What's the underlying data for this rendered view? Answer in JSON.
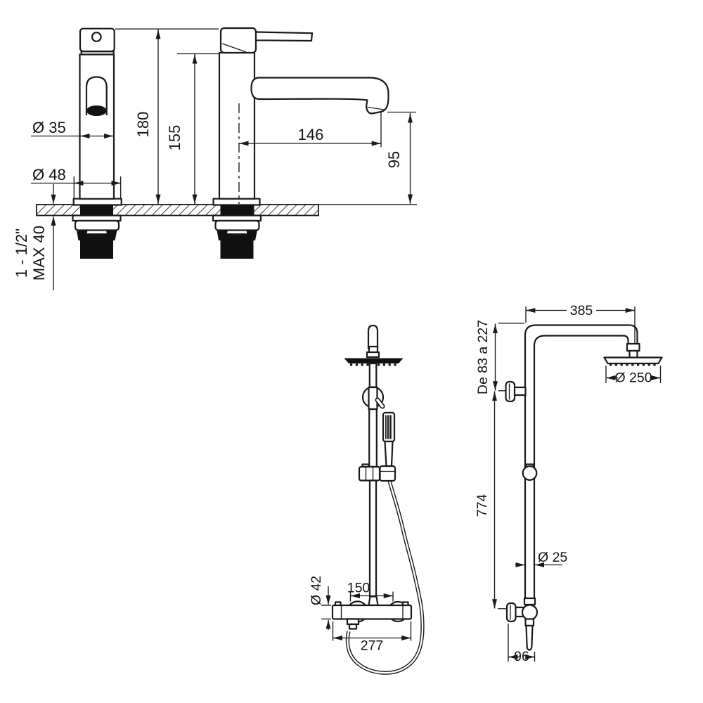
{
  "faucet_front": {
    "dims": {
      "spout_diameter": "Ø 35",
      "base_diameter": "Ø 48",
      "total_height": "180",
      "body_height": "155"
    }
  },
  "deck": {
    "connection_size": "1 - 1/2\"",
    "max_thickness": "MAX 40"
  },
  "faucet_side": {
    "dims": {
      "spout_reach": "146",
      "outlet_height": "95"
    }
  },
  "shower_front": {
    "dims": {
      "valve_diameter": "Ø 42",
      "inlet_spacing": "150",
      "valve_width": "277"
    }
  },
  "shower_side": {
    "dims": {
      "arm_reach": "385",
      "head_height_range": "De 83 a 227",
      "head_diameter": "Ø 250",
      "column_height": "774",
      "pipe_diameter": "Ø 25",
      "bracket_offset": "96"
    }
  }
}
